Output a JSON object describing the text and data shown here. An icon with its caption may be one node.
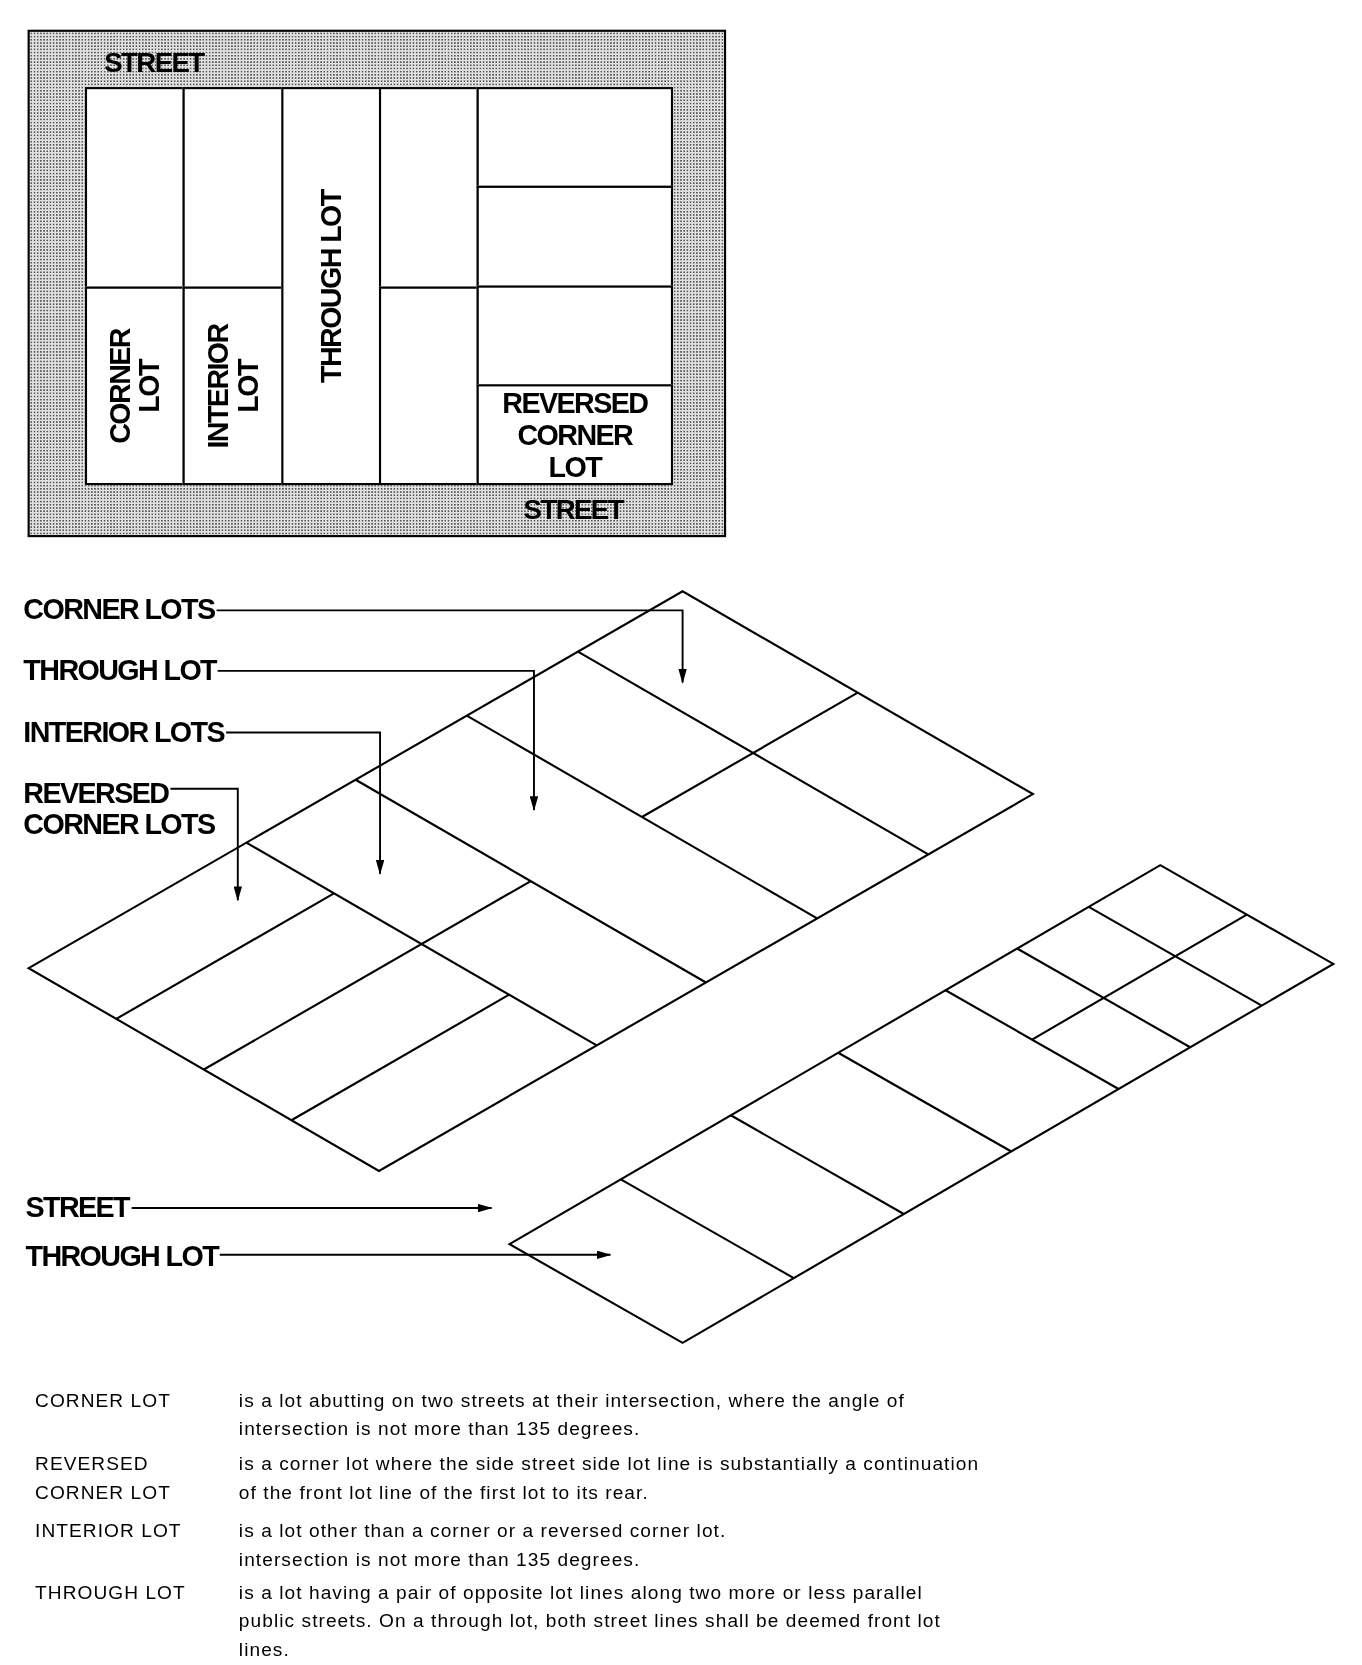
{
  "diagram": {
    "nodes": [
      {
        "text": [
          "STREET",
          "STREET"
        ]
      },
      {
        "text": [],
        "shape": "box",
        "in": 0
      },
      {
        "text": [
          "CORNER LOT"
        ],
        "in": 0
      },
      {
        "text": [],
        "shape": "box",
        "in": 0
      },
      {
        "text": [
          "INTERIOR LOT"
        ],
        "in": 0
      },
      {
        "text": [
          "THROUGH LOT"
        ],
        "in": 0
      },
      {
        "text": [],
        "shape": "box",
        "in": 0
      },
      {
        "text": [],
        "shape": "box",
        "in": 0
      },
      {
        "text": [],
        "shape": "box",
        "in": 0
      },
      {
        "text": [],
        "shape": "box",
        "in": 0
      },
      {
        "text": [],
        "shape": "box",
        "in": 0
      },
      {
        "text": [
          "REVERSED CORNER LOT"
        ],
        "in": 0
      },
      {
        "text": [
          "CORNER LOTS"
        ]
      },
      {
        "text": [
          "THROUGH LOT"
        ]
      },
      {
        "text": [
          "INTERIOR LOTS"
        ]
      },
      {
        "text": [
          "REVERSED CORNER LOTS"
        ]
      },
      {
        "text": [
          "STREET"
        ]
      },
      {
        "text": [
          "THROUGH LOT"
        ]
      }
    ],
    "edges": [
      {
        "from": 12,
        "to": null,
        "arrow": "to"
      },
      {
        "from": 13,
        "to": null,
        "arrow": "to"
      },
      {
        "from": 14,
        "to": null,
        "arrow": "to"
      },
      {
        "from": 15,
        "to": null,
        "arrow": "to"
      },
      {
        "from": 16,
        "to": null,
        "arrow": "to"
      },
      {
        "from": 17,
        "to": null,
        "arrow": "to"
      }
    ],
    "labels": [
      "CORNER LOT",
      "is a lot  abutting on two streets at their intersection, where the angle of intersection is not more than 135 degrees.",
      "REVERSED CORNER LOT",
      "is a corner lot where the side street side lot line is substantially a continuation of the front lot line of the first lot to its rear.",
      "INTERIOR LOT",
      "is a lot other than a corner or a reversed corner lot. intersection is not more than 135 degrees.",
      "THROUGH LOT",
      "is a lot having a pair of opposite lot lines along two more or less parallel public streets. On a through lot, both street lines shall be deemed front lot lines."
    ]
  }
}
